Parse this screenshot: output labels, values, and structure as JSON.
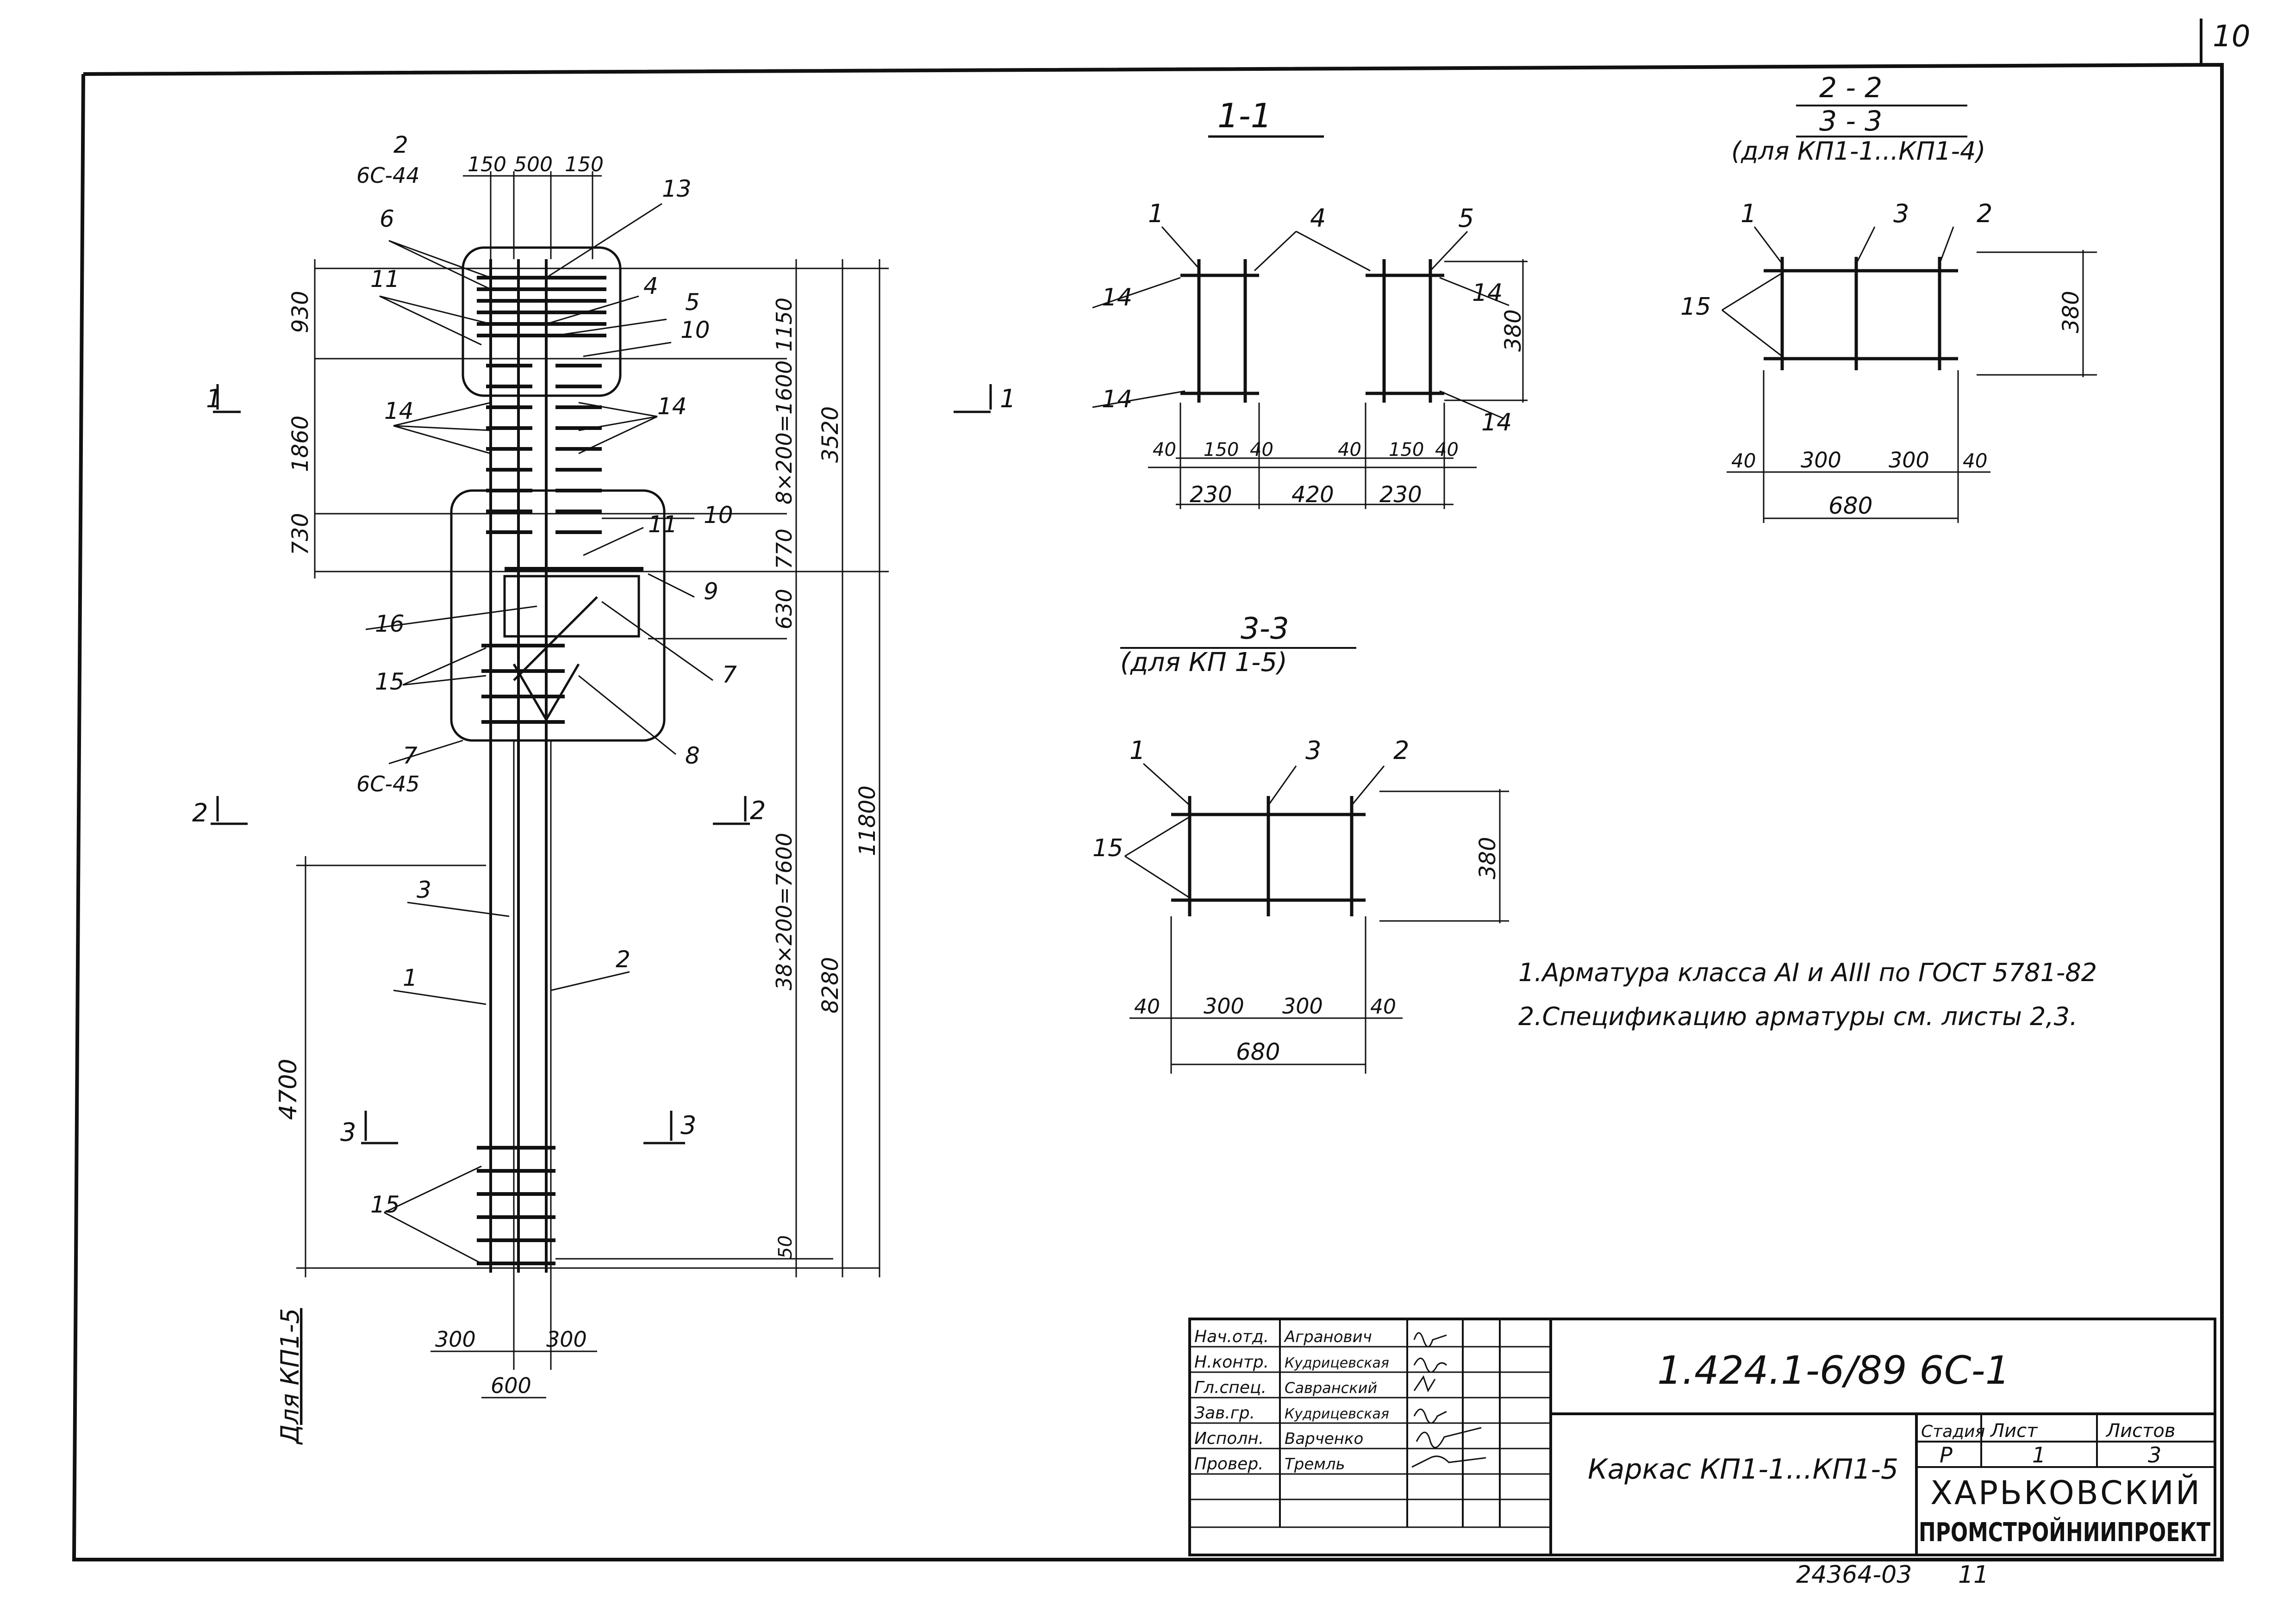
{
  "sheet_number": "10",
  "elevation": {
    "top_labels": {
      "pos2": "2",
      "sheet_ref": "6С-44"
    },
    "top_dims": [
      "150",
      "500",
      "150"
    ],
    "left_dims": [
      "930",
      "1860",
      "730"
    ],
    "bottom_left_dim": "4700",
    "right_dims": [
      "1150",
      "8×200=1600",
      "770",
      "630",
      "38×200=7600",
      "50",
      "3520",
      "8280",
      "11800"
    ],
    "bottom_dims": [
      "300",
      "300",
      "600"
    ],
    "positions": [
      "6",
      "11",
      "13",
      "4",
      "5",
      "10",
      "14",
      "14",
      "11",
      "10",
      "9",
      "16",
      "7",
      "15",
      "8",
      "3",
      "2",
      "1",
      "15"
    ],
    "bottom_ref": {
      "pos": "7",
      "sheet_ref": "6С-45"
    },
    "cut_marks": [
      "1",
      "1",
      "2",
      "2",
      "3",
      "3"
    ],
    "side_note": "Для КП1-5"
  },
  "section_1_1": {
    "title": "1-1",
    "positions": [
      "1",
      "4",
      "5",
      "14",
      "14",
      "14",
      "14"
    ],
    "height": "380",
    "dims": [
      "40",
      "150",
      "40",
      "40",
      "150",
      "40"
    ],
    "overall": [
      "230",
      "420",
      "230"
    ]
  },
  "section_2_2": {
    "title_top": "2 - 2",
    "title_bottom": "3 - 3",
    "subtitle": "(для КП1-1...КП1-4)",
    "positions": [
      "1",
      "3",
      "2",
      "15"
    ],
    "height": "380",
    "dims": [
      "40",
      "300",
      "300",
      "40"
    ],
    "overall": "680"
  },
  "section_3_3": {
    "title": "3-3",
    "subtitle": "(для КП 1-5)",
    "positions": [
      "1",
      "3",
      "2",
      "15"
    ],
    "height": "380",
    "dims": [
      "40",
      "300",
      "300",
      "40"
    ],
    "overall": "680"
  },
  "notes": [
    "1.Арматура класса АI и АIII по ГОСТ 5781-82",
    "2.Спецификацию арматуры см. листы 2,3."
  ],
  "title_block": {
    "roles": [
      "Нач.отд.",
      "Н.контр.",
      "Гл.спец.",
      "Зав.гр.",
      "Исполн.",
      "Провер."
    ],
    "names": [
      "Агранович",
      "Кудрицевская",
      "Савранский",
      "Кудрицевская",
      "Варченко",
      "Тремль"
    ],
    "code": "1.424.1-6/89 6С-1",
    "title": "Каркас КП1-1...КП1-5",
    "stage_label": "Стадия",
    "sheet_label": "Лист",
    "sheets_label": "Листов",
    "stage": "Р",
    "sheet": "1",
    "sheets": "3",
    "org_line1": "ХАРЬКОВСКИЙ",
    "org_line2": "ПРОМСТРОЙНИИПРОЕКТ"
  },
  "inventory": "24364-03",
  "copy_number": "11"
}
